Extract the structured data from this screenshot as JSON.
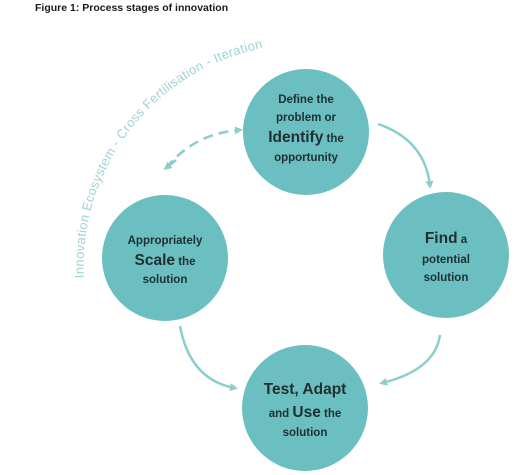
{
  "figure_title": "Figure 1: Process stages of innovation",
  "arc_label": "Innovation Ecosystem - Cross Fertilisation - Iteration",
  "stages": {
    "define": {
      "line1": "Define the",
      "line2": "problem or",
      "line3_big": "Identify",
      "line3_small": " the",
      "line4": "opportunity"
    },
    "find": {
      "line1_big": "Find",
      "line1_small": " a",
      "line2": "potential",
      "line3": "solution"
    },
    "test": {
      "line1_big": "Test, Adapt",
      "line2_small_a": "and ",
      "line2_big": "Use",
      "line2_small_b": " the",
      "line3": "solution"
    },
    "scale": {
      "line1": "Appropriately",
      "line2_big": "Scale",
      "line2_small": " the",
      "line3": "solution"
    }
  },
  "colors": {
    "circle_fill": "#6bbfc0",
    "arrow": "#8ccdcf",
    "arc_text": "#9fd3d6",
    "text": "#1f2f33"
  }
}
